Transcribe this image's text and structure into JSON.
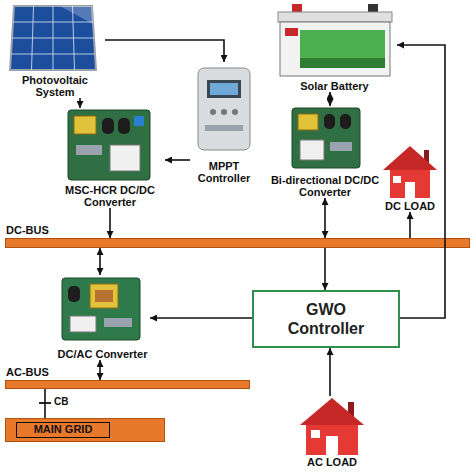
{
  "diagram": {
    "nodes": [
      {
        "text": [
          "Photovoltaic System"
        ]
      },
      {
        "text": [
          "MPPT Controller"
        ]
      },
      {
        "text": [
          "Solar Battery"
        ]
      },
      {
        "text": [
          "MSC-HCR DC/DC Converter"
        ]
      },
      {
        "text": [
          "Bi-directional DC/DC Converter"
        ]
      },
      {
        "text": [
          "DC LOAD"
        ]
      },
      {
        "text": [
          "DC-BUS"
        ]
      },
      {
        "text": [
          "DC/AC Converter"
        ]
      },
      {
        "text": [
          "GWO Controller"
        ]
      },
      {
        "text": [
          "AC-BUS"
        ]
      },
      {
        "text": [
          "MAIN GRID"
        ]
      },
      {
        "text": [
          "AC LOAD"
        ]
      }
    ],
    "edges": [
      {
        "from": 0,
        "to": 3,
        "arrow": "to"
      },
      {
        "from": 0,
        "to": 1,
        "arrow": "to"
      },
      {
        "from": 1,
        "to": 3,
        "arrow": "to"
      },
      {
        "from": 3,
        "to": 6,
        "arrow": "to"
      },
      {
        "from": 2,
        "to": 4,
        "arrow": "both"
      },
      {
        "from": 4,
        "to": 6,
        "arrow": "both"
      },
      {
        "from": 6,
        "to": 5,
        "arrow": "to"
      },
      {
        "from": 6,
        "to": 8,
        "arrow": "to"
      },
      {
        "from": 8,
        "to": 2,
        "arrow": "to"
      },
      {
        "from": 8,
        "to": 7,
        "arrow": "to"
      },
      {
        "from": 7,
        "to": 6,
        "arrow": "both"
      },
      {
        "from": 7,
        "to": 9,
        "arrow": "both"
      },
      {
        "from": 11,
        "to": 8,
        "arrow": "to"
      },
      {
        "from": 9,
        "to": 10,
        "arrow": "none",
        "label": "CB"
      }
    ]
  }
}
